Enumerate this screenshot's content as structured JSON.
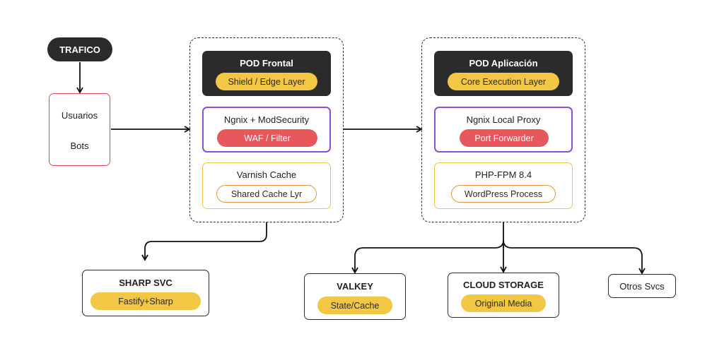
{
  "diagram": {
    "traffic": {
      "label": "TRAFICO"
    },
    "clients": {
      "users": "Usuarios",
      "bots": "Bots"
    },
    "pod_frontal": {
      "title": "POD Frontal",
      "layer": "Shield / Edge Layer",
      "waf": {
        "title": "Ngnix + ModSecurity",
        "tag": "WAF / Filter"
      },
      "cache": {
        "title": "Varnish Cache",
        "tag": "Shared Cache Lyr"
      }
    },
    "pod_app": {
      "title": "POD Aplicación",
      "layer": "Core Execution Layer",
      "proxy": {
        "title": "Ngnix Local Proxy",
        "tag": "Port Forwarder"
      },
      "php": {
        "title": "PHP-FPM 8.4",
        "tag": "WordPress Process"
      }
    },
    "services": {
      "sharp": {
        "title": "SHARP SVC",
        "tag": "Fastify+Sharp"
      },
      "valkey": {
        "title": "VALKEY",
        "tag": "State/Cache"
      },
      "storage": {
        "title": "CLOUD STORAGE",
        "tag": "Original Media"
      },
      "others": {
        "title": "Otros Svcs"
      }
    },
    "colors": {
      "dark": "#2b2b2b",
      "yellow": "#f2c744",
      "red": "#e8575c",
      "purple": "#8d4fd0",
      "orange": "#e8963a"
    }
  }
}
